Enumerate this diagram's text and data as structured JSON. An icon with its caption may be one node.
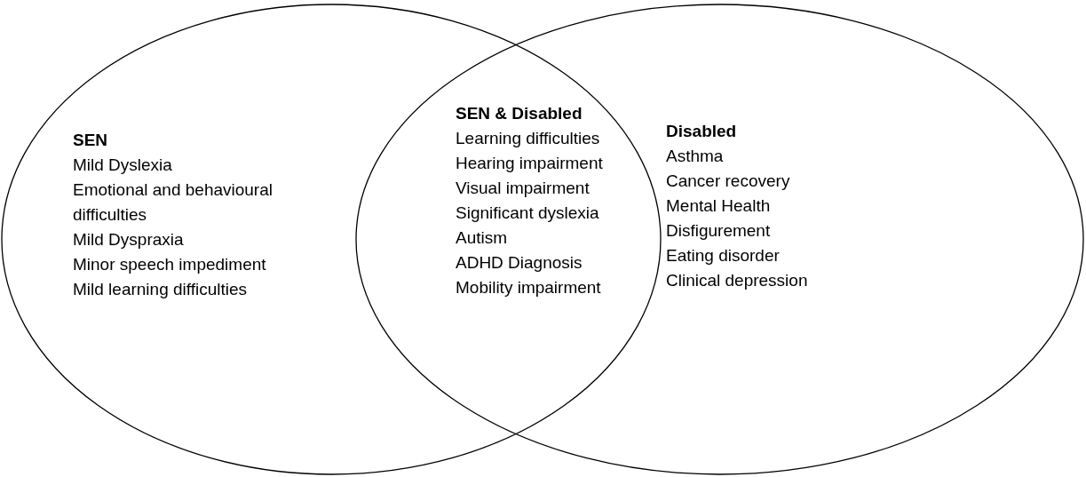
{
  "diagram": {
    "nodes": [
      {
        "text": [
          "SEN",
          "Mild Dyslexia",
          "Emotional and behavioural difficulties",
          "Mild Dyspraxia",
          "Minor speech impediment",
          "Mild learning difficulties"
        ]
      },
      {
        "text": [
          "Disabled",
          "Asthma",
          "Cancer recovery",
          "Mental Health",
          "Disfigurement",
          "Eating disorder",
          "Clinical depression"
        ]
      }
    ],
    "labels": [
      "SEN & Disabled",
      "Learning difficulties",
      "Hearing impairment",
      "Visual impairment",
      "Significant dyslexia",
      "Autism",
      "ADHD Diagnosis",
      "Mobility impairment"
    ]
  }
}
